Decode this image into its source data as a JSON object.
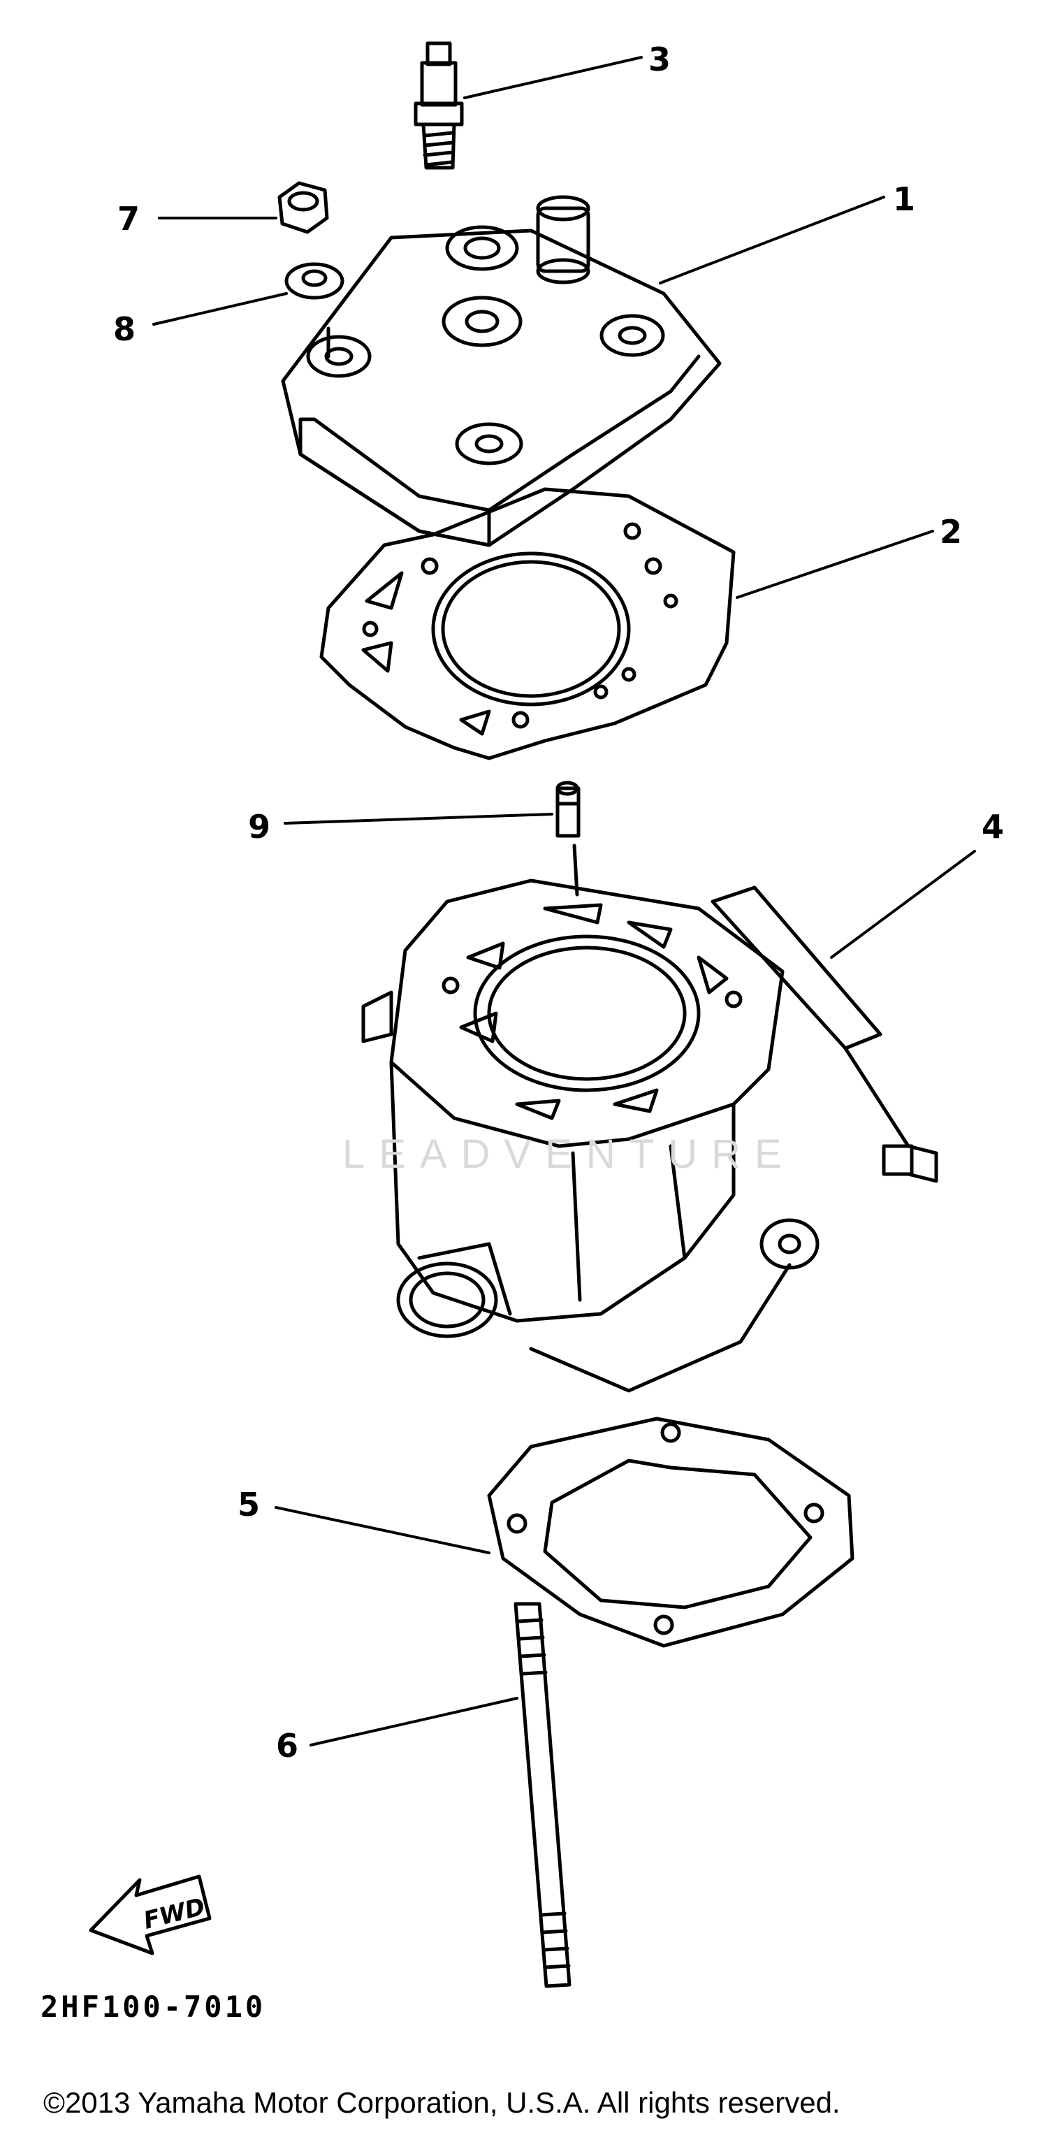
{
  "callouts": {
    "c1": "1",
    "c2": "2",
    "c3": "3",
    "c4": "4",
    "c5": "5",
    "c6": "6",
    "c7": "7",
    "c8": "8",
    "c9": "9"
  },
  "fwd_label": "FWD",
  "drawing_code": "2HF100-7010",
  "copyright": "©2013 Yamaha Motor Corporation, U.S.A. All rights reserved.",
  "watermark": "LEADVENTURE",
  "colors": {
    "line": "#000000",
    "background": "#ffffff",
    "watermark": "#d9d9d9"
  }
}
